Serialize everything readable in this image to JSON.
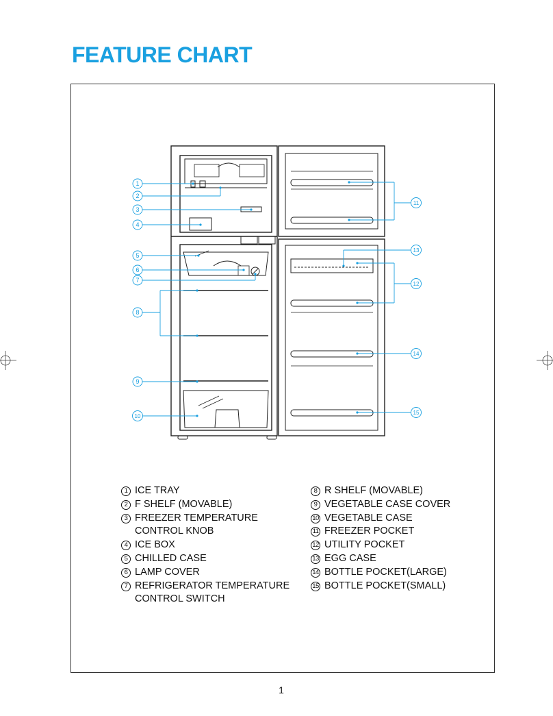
{
  "title": "FEATURE CHART",
  "page_number": "1",
  "callouts": [
    "1",
    "2",
    "3",
    "4",
    "5",
    "6",
    "7",
    "8",
    "9",
    "10",
    "11",
    "12",
    "13",
    "14",
    "15"
  ],
  "legend_left": [
    {
      "num": "1",
      "lines": [
        "ICE TRAY"
      ]
    },
    {
      "num": "2",
      "lines": [
        "F SHELF (MOVABLE)"
      ]
    },
    {
      "num": "3",
      "lines": [
        "FREEZER TEMPERATURE",
        "CONTROL KNOB"
      ]
    },
    {
      "num": "4",
      "lines": [
        "ICE BOX"
      ]
    },
    {
      "num": "5",
      "lines": [
        "CHILLED CASE"
      ]
    },
    {
      "num": "6",
      "lines": [
        "LAMP COVER"
      ]
    },
    {
      "num": "7",
      "lines": [
        "REFRIGERATOR TEMPERATURE",
        "CONTROL SWITCH"
      ]
    }
  ],
  "legend_right": [
    {
      "num": "8",
      "lines": [
        "R SHELF (MOVABLE)"
      ]
    },
    {
      "num": "9",
      "lines": [
        "VEGETABLE CASE COVER"
      ]
    },
    {
      "num": "10",
      "lines": [
        "VEGETABLE CASE"
      ]
    },
    {
      "num": "11",
      "lines": [
        "FREEZER POCKET"
      ]
    },
    {
      "num": "12",
      "lines": [
        "UTILITY POCKET"
      ]
    },
    {
      "num": "13",
      "lines": [
        "EGG CASE"
      ]
    },
    {
      "num": "14",
      "lines": [
        "BOTTLE POCKET(LARGE)"
      ]
    },
    {
      "num": "15",
      "lines": [
        "BOTTLE POCKET(SMALL)"
      ]
    }
  ],
  "colors": {
    "accent": "#1aa0e0",
    "line": "#222222"
  }
}
